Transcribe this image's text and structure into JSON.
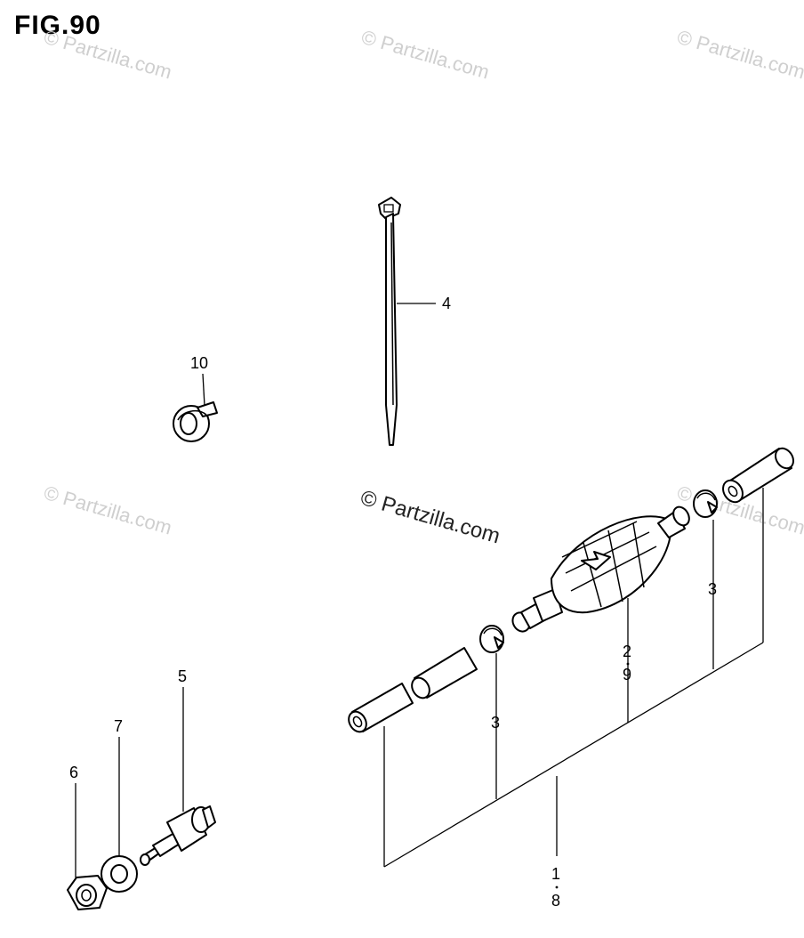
{
  "figure_title": "FIG.90",
  "watermarks": {
    "faint": "© Partzilla.com",
    "main": "© Partzilla.com"
  },
  "labels": {
    "l10": "10",
    "l4": "4",
    "l5": "5",
    "l7": "7",
    "l6": "6",
    "l3_left": "3",
    "l3_right": "3",
    "l2": "2",
    "l9": "9",
    "l1": "1",
    "l8": "8"
  }
}
